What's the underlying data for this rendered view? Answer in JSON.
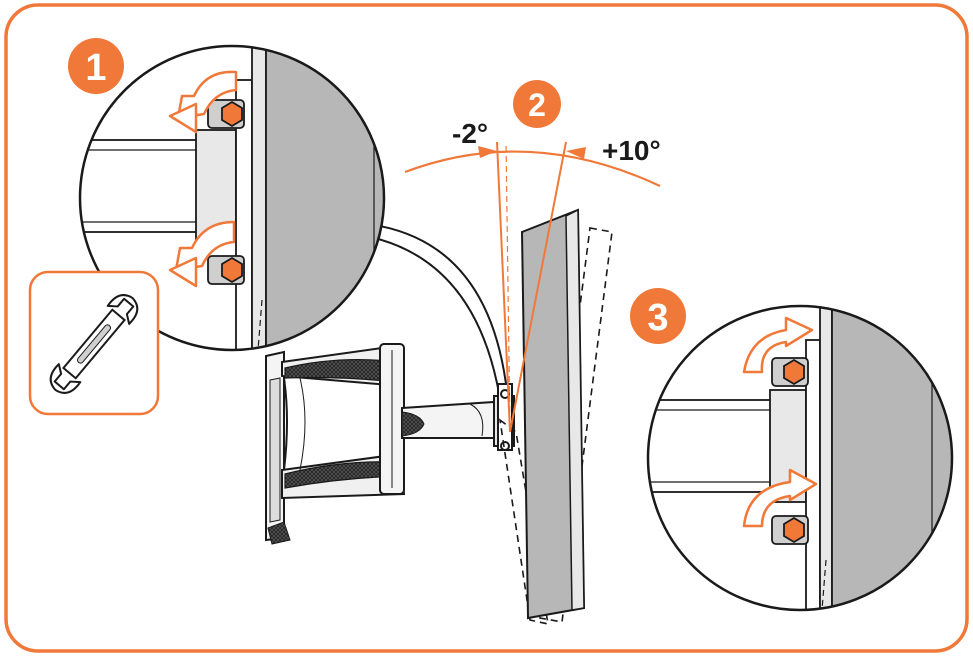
{
  "colors": {
    "accent": "#f0793a",
    "outline": "#1a1a1a",
    "panel_gray": "#b7b7b7",
    "light_gray": "#e6e6e6",
    "background": "#ffffff"
  },
  "steps": {
    "step1": "1",
    "step2": "2",
    "step3": "3"
  },
  "tilt": {
    "minus_label": "-2°",
    "plus_label": "+10°"
  },
  "icons": {
    "tool": "wrench-icon",
    "loosen": "counterclockwise-arrow-icon",
    "tighten": "clockwise-arrow-icon",
    "bolt": "hex-bolt-icon"
  }
}
